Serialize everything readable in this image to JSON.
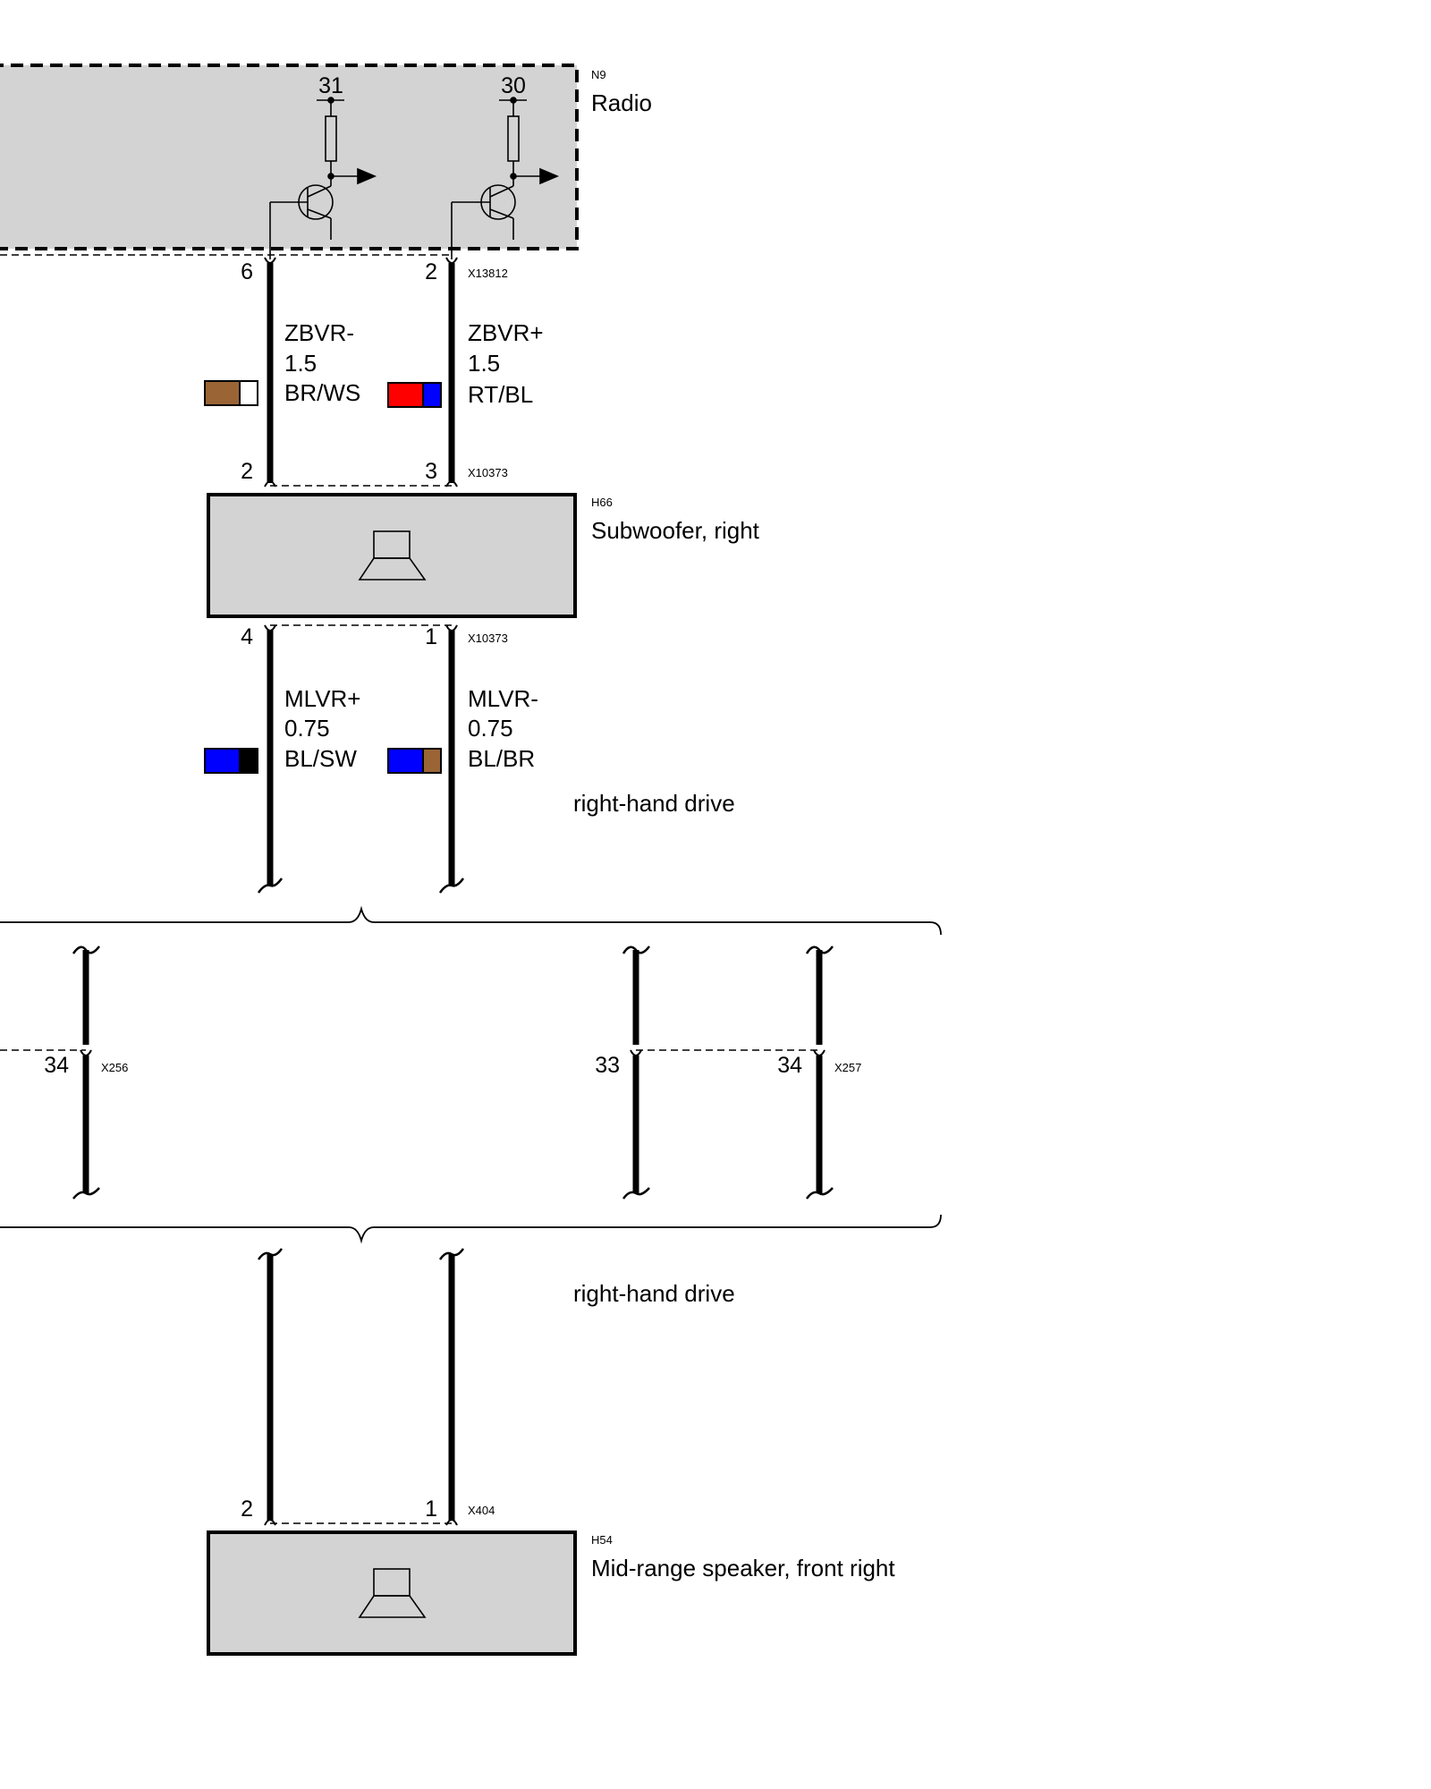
{
  "components": {
    "radio": {
      "id": "N9",
      "name": "Radio",
      "terminal_left": "31",
      "terminal_right": "30"
    },
    "subwoofer": {
      "id": "H66",
      "name": "Subwoofer, right"
    },
    "midrange": {
      "id": "H54",
      "name": "Mid-range speaker, front right"
    }
  },
  "connectors": {
    "radio_conn": {
      "id": "X13812",
      "pin_left": "6",
      "pin_right": "2"
    },
    "sub_top": {
      "id": "X10373",
      "pin_left": "2",
      "pin_right": "3"
    },
    "sub_bottom": {
      "id": "X10373",
      "pin_left": "4",
      "pin_right": "1"
    },
    "x256": {
      "id": "X256",
      "pin": "34"
    },
    "x257": {
      "id": "X257",
      "pin_left": "33",
      "pin_right": "34"
    },
    "mid_conn": {
      "id": "X404",
      "pin_left": "2",
      "pin_right": "1"
    }
  },
  "wires": {
    "w1": {
      "signal": "ZBVR-",
      "gauge": "1.5",
      "color": "BR/WS",
      "c1": "#9a6435",
      "c2": "#ffffff"
    },
    "w2": {
      "signal": "ZBVR+",
      "gauge": "1.5",
      "color": "RT/BL",
      "c1": "#ff0000",
      "c2": "#0000ff"
    },
    "w3": {
      "signal": "MLVR+",
      "gauge": "0.75",
      "color": "BL/SW",
      "c1": "#0000ff",
      "c2": "#000000"
    },
    "w4": {
      "signal": "MLVR-",
      "gauge": "0.75",
      "color": "BL/BR",
      "c1": "#0000ff",
      "c2": "#9a6435"
    }
  },
  "notes": {
    "top": "right-hand drive",
    "bottom": "right-hand drive"
  },
  "colors": {
    "component_fill": "#d3d3d3",
    "line": "#000000"
  }
}
